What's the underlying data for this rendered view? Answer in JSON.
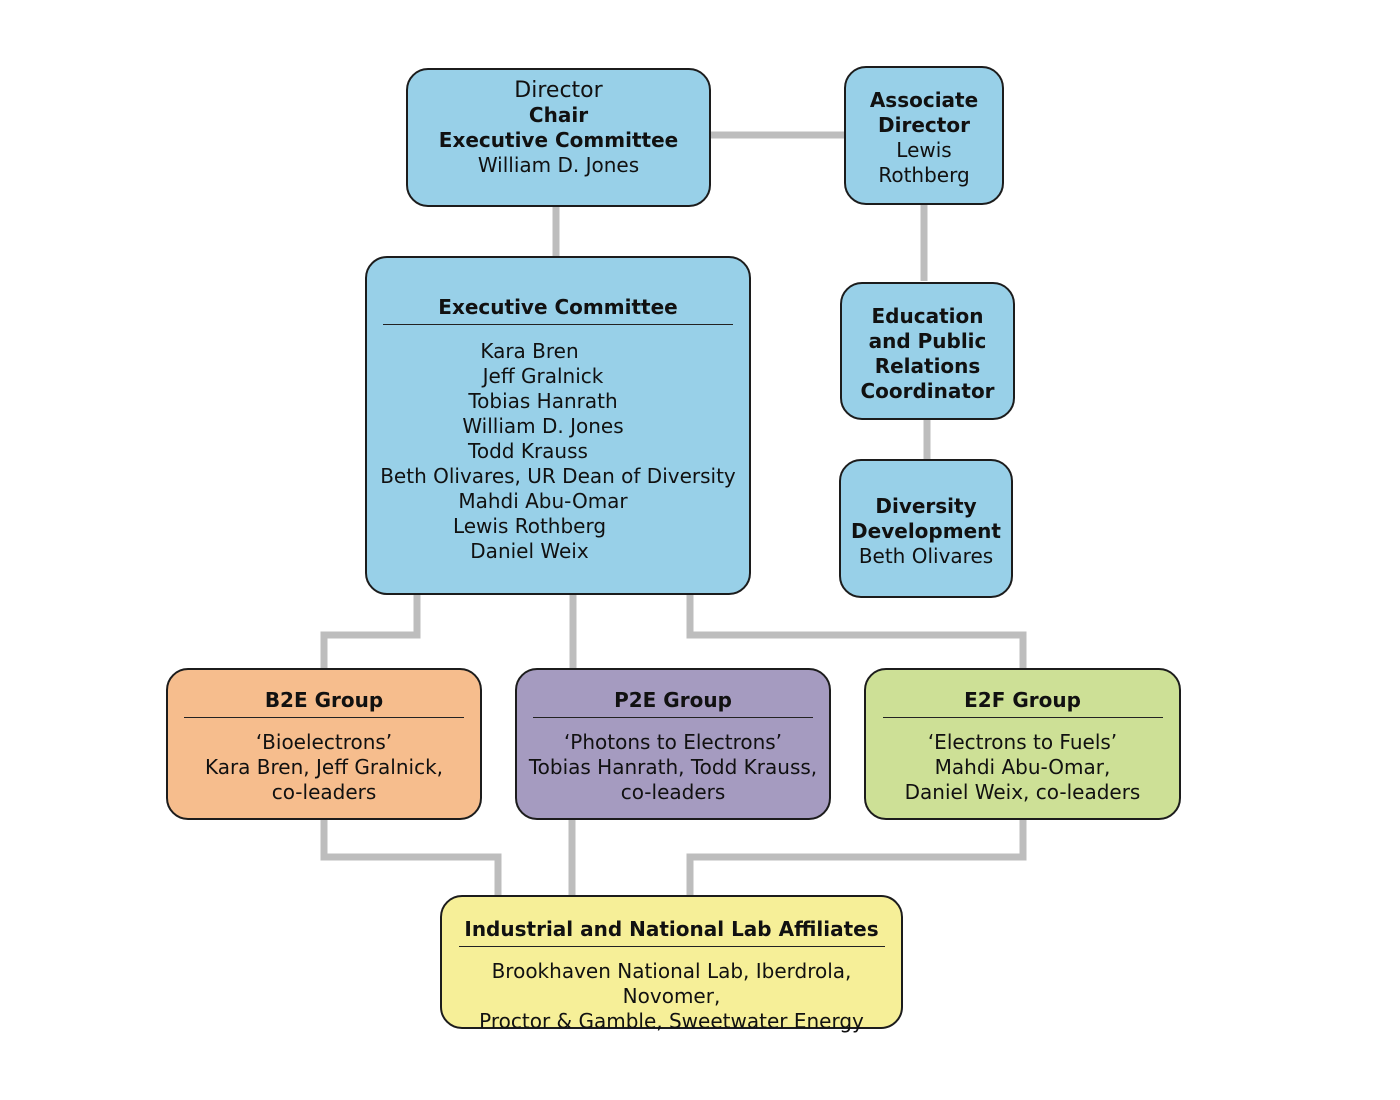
{
  "director": {
    "title": "Director",
    "role1": "Chair",
    "role2": "Executive Committee",
    "name": "William D. Jones"
  },
  "associate": {
    "line1": "Associate",
    "line2": "Director",
    "name1": "Lewis",
    "name2": "Rothberg"
  },
  "executive_committee": {
    "title": "Executive Committee",
    "members": [
      "Kara Bren",
      "Jeff Gralnick",
      "Tobias Hanrath",
      "William D. Jones",
      "Todd Krauss",
      "Beth Olivares, UR Dean of Diversity",
      "Mahdi Abu-Omar",
      "Lewis Rothberg",
      "Daniel Weix"
    ]
  },
  "education": {
    "line1": "Education",
    "line2": "and Public",
    "line3": "Relations",
    "line4": "Coordinator"
  },
  "diversity": {
    "line1": "Diversity",
    "line2": "Development",
    "name": "Beth Olivares"
  },
  "groups": {
    "b2e": {
      "title": "B2E Group",
      "line1": "‘Bioelectrons’",
      "line2": "Kara Bren, Jeff Gralnick,",
      "line3": "co-leaders"
    },
    "p2e": {
      "title": "P2E Group",
      "line1": "‘Photons to Electrons’",
      "line2": "Tobias Hanrath, Todd Krauss,",
      "line3": "co-leaders"
    },
    "e2f": {
      "title": "E2F Group",
      "line1": "‘Electrons to Fuels’",
      "line2": "Mahdi Abu-Omar,",
      "line3": "Daniel Weix, co-leaders"
    }
  },
  "affiliates": {
    "title": "Industrial and National Lab Affiliates",
    "line1": "Brookhaven National Lab, Iberdrola, Novomer,",
    "line2": "Proctor & Gamble, Sweetwater Energy"
  },
  "colors": {
    "leadership": "#98d0e8",
    "b2e": "#f6bd8d",
    "p2e": "#a59bc0",
    "e2f": "#cde096",
    "affiliates": "#f6ef98",
    "connector": "#bdbdbd"
  }
}
